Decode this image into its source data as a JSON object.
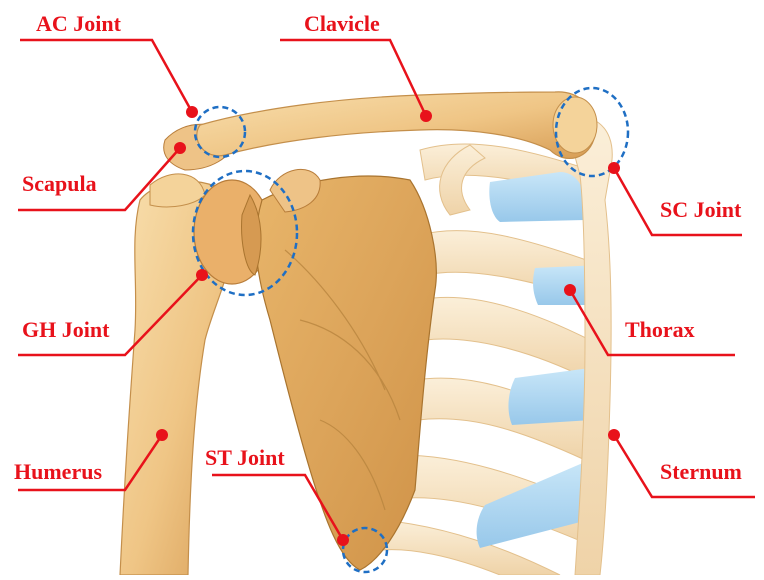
{
  "labels": {
    "ac_joint": "AC Joint",
    "clavicle": "Clavicle",
    "scapula": "Scapula",
    "sc_joint": "SC Joint",
    "gh_joint": "GH Joint",
    "thorax": "Thorax",
    "humerus": "Humerus",
    "st_joint": "ST Joint",
    "sternum": "Sternum"
  },
  "colors": {
    "label_red": "#e8121b",
    "joint_circle_blue": "#1f6fc4",
    "bone_fill": "#f2cf94",
    "bone_shadow": "#d9a661",
    "cartilage_blue": "#a9d4ef",
    "rib_fill": "#f7e4c4"
  }
}
